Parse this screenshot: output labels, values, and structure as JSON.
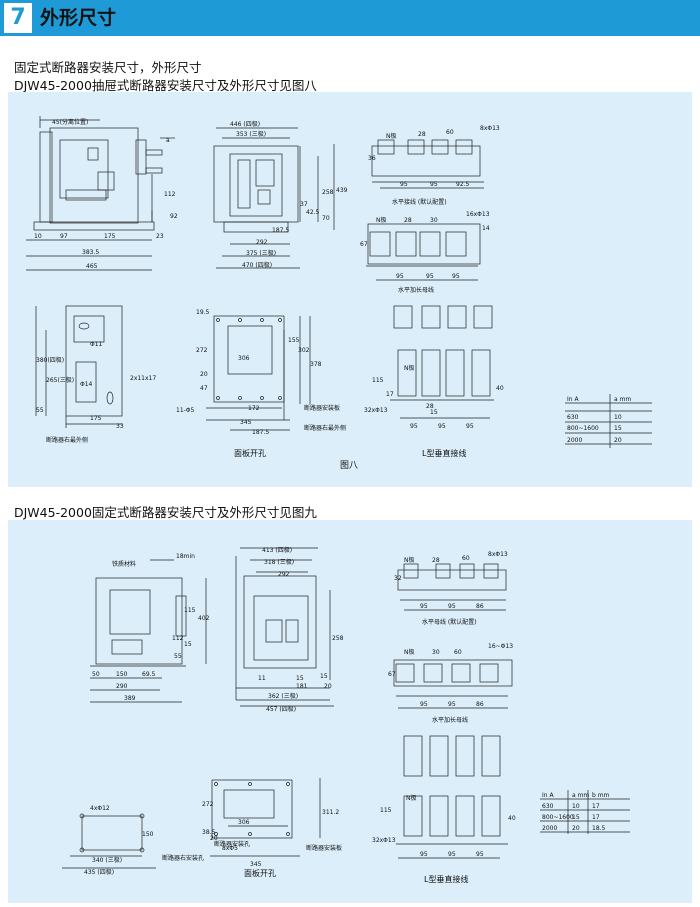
{
  "section": {
    "number": "7",
    "title": "外形尺寸"
  },
  "intro": {
    "line1": "固定式断路器安装尺寸，外形尺寸",
    "line2": "DJW45-2000抽屉式断路器安装尺寸及外形尺寸见图八",
    "line3": "DJW45-2000固定式断路器安装尺寸及外形尺寸见图九"
  },
  "fig8": {
    "label": "图八",
    "dims": {
      "isolation_position": "45(分离位置)",
      "a": "a",
      "d10": "10",
      "d97": "97",
      "d175": "175",
      "d383_5": "383.5",
      "d465": "465",
      "d112": "112",
      "d92": "92",
      "d23": "23",
      "d446": "446 (四极)",
      "d353": "353 (三极)",
      "d258": "258",
      "d439": "439",
      "d37": "37",
      "d42_5": "42.5",
      "d70": "70",
      "d187_5": "187.5",
      "d292": "292",
      "d375": "375 (三极)",
      "d470": "470 (四极)",
      "d19_5": "19.5",
      "d272": "272",
      "d155": "155",
      "d302": "302",
      "d378": "378",
      "d306": "306",
      "d20": "20",
      "d47": "47",
      "d172": "172",
      "d345": "345",
      "d11_phi5": "11-Φ5",
      "d380": "380(四极)",
      "d265": "265(三极)",
      "phi11": "Φ11",
      "phi14": "Φ14",
      "slot": "2x11x17",
      "d55": "55",
      "d33": "33"
    },
    "busbar": {
      "n_pole": "N极",
      "d28": "28",
      "d60": "60",
      "holes8": "8xΦ13",
      "d36": "36",
      "d95a": "95",
      "d95b": "95",
      "d92_5": "92.5",
      "holes16": "16xΦ13",
      "d30": "30",
      "d67": "67",
      "d14": "14",
      "d95c": "95",
      "d95d": "95",
      "d95e": "95",
      "d115": "115",
      "d17": "17",
      "holes32": "32xΦ13",
      "d15": "15",
      "d40": "40"
    },
    "captions": {
      "horizontal": "水平接线 (默认配置)",
      "horizontal_ext": "水平加长母线",
      "panel_cutout": "面板开孔",
      "l_vertical": "L型垂直接线",
      "mount_plate": "断路器安装板",
      "right_side": "断路器右最外侧",
      "right_side_b": "断路器右最外侧"
    },
    "table": {
      "headers": [
        "In A",
        "a mm"
      ],
      "rows": [
        [
          "630",
          "10"
        ],
        [
          "800~1600",
          "15"
        ],
        [
          "2000",
          "20"
        ]
      ]
    }
  },
  "fig9": {
    "dims": {
      "iron_material": "铁质材料",
      "d18min": "18min",
      "d50": "50",
      "d150": "150",
      "d69_5": "69.5",
      "d290": "290",
      "d389": "389",
      "d115": "115",
      "d402": "402",
      "d112": "112",
      "d15a": "15",
      "d55": "55",
      "d413": "413 (四极)",
      "d318": "318 (三极)",
      "d292": "292",
      "d258": "258",
      "d11": "11",
      "d15b": "15",
      "d181": "181",
      "d15c": "15",
      "d20": "20",
      "d362": "362 (三极)",
      "d457": "457 (四极)",
      "holes4": "4xΦ12",
      "d150b": "150",
      "d340": "340 (三极)",
      "d435": "435 (四极)",
      "d272": "272",
      "d38_5": "38.5",
      "d311_2": "311.2",
      "d306": "306",
      "holes8": "8xΦ5",
      "d20b": "20",
      "d345": "345"
    },
    "busbar": {
      "n_pole": "N极",
      "d28": "28",
      "d60": "60",
      "holes8": "8xΦ13",
      "d32": "32",
      "d95a": "95",
      "d95b": "95",
      "d86a": "86",
      "d30": "30",
      "holes16": "16~Φ13",
      "d67": "67",
      "d95c": "95",
      "d95d": "95",
      "d86b": "86",
      "d115": "115",
      "holes32": "32xΦ13",
      "d40": "40",
      "d95e": "95",
      "d95f": "95",
      "d95g": "95"
    },
    "captions": {
      "horizontal": "水平母线 (默认配置)",
      "horizontal_ext": "水平加长母线",
      "mount_hole": "断路器右安装孔",
      "panel_cutout": "面板开孔",
      "l_vertical": "L型垂直接线",
      "mount_plate": "断路器安装板",
      "mount_hole2": "断路器安装孔"
    },
    "table": {
      "headers": [
        "In A",
        "a mm",
        "b mm"
      ],
      "rows": [
        [
          "630",
          "10",
          "17"
        ],
        [
          "800~1600",
          "15",
          "17"
        ],
        [
          "2000",
          "20",
          "18.5"
        ]
      ]
    }
  }
}
